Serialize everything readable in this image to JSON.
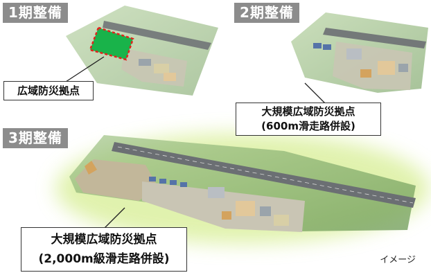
{
  "phases": [
    {
      "label": "1期整備"
    },
    {
      "label": "2期整備"
    },
    {
      "label": "3期整備"
    }
  ],
  "callouts": [
    {
      "lines": [
        "広域防災拠点"
      ]
    },
    {
      "lines": [
        "大規模広域防災拠点",
        "(600m滑走路併設)"
      ]
    },
    {
      "lines": [
        "大規模広域防災拠点",
        "(2,000m級滑走路併設)"
      ]
    }
  ],
  "note": "イメージ",
  "colors": {
    "label_bg": "#8c8c8c",
    "field_green": "#7fae6a",
    "runway_gray": "#6b6f73",
    "highlight_green": "#19b34a",
    "highlight_border": "#e0231c"
  }
}
